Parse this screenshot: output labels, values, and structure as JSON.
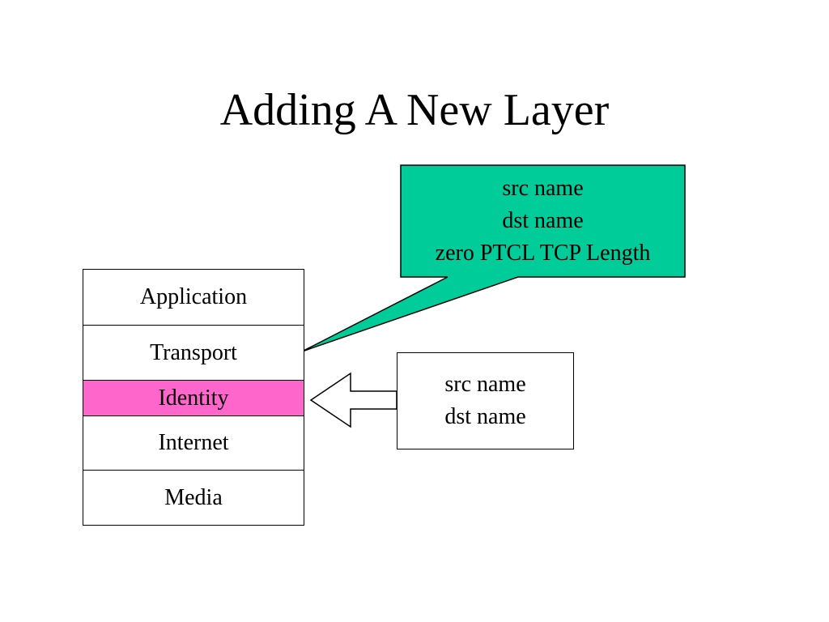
{
  "title": "Adding A New Layer",
  "colors": {
    "callout_fill": "#00CC99",
    "identity_fill": "#FF66CC",
    "box_fill": "#FFFFFF",
    "stroke": "#000000"
  },
  "layers": [
    {
      "label": "Application"
    },
    {
      "label": "Transport"
    },
    {
      "label": "Identity",
      "highlight": true
    },
    {
      "label": "Internet"
    },
    {
      "label": "Media"
    }
  ],
  "callout": {
    "lines": [
      "src name",
      "dst name",
      "zero PTCL TCP Length"
    ]
  },
  "header_box": {
    "lines": [
      "src name",
      "dst name"
    ]
  }
}
